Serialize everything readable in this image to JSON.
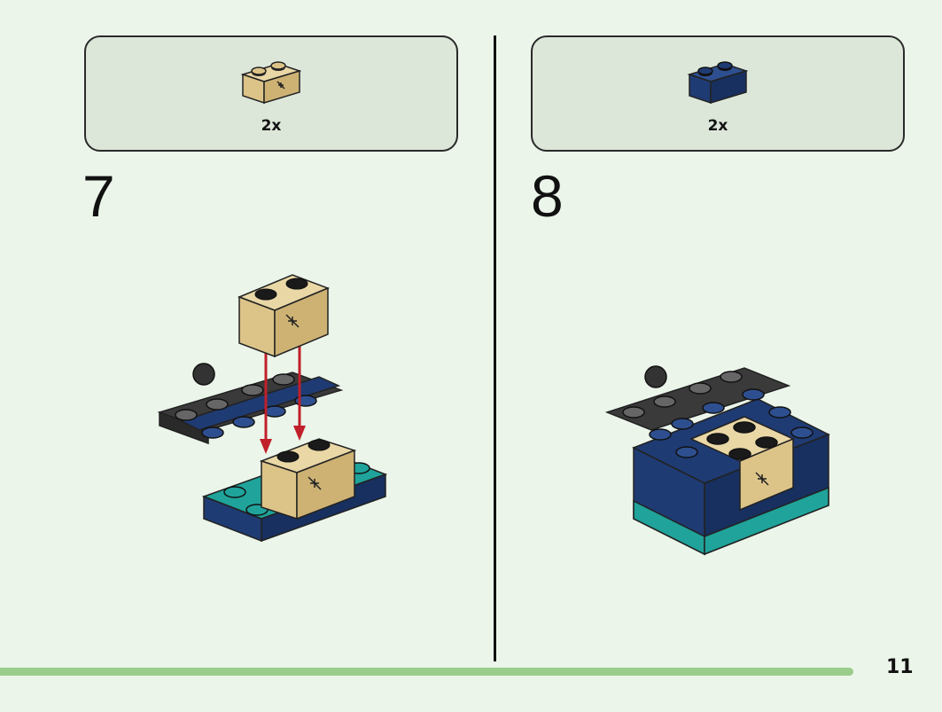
{
  "steps": [
    {
      "number": "7",
      "parts": [
        {
          "quantity": "2x",
          "color": "#dcc489",
          "icon": "tan-brick-1x2-axle-hole-icon"
        }
      ]
    },
    {
      "number": "8",
      "parts": [
        {
          "quantity": "2x",
          "color": "#1f3b73",
          "icon": "dark-blue-brick-1x2-icon"
        }
      ]
    }
  ],
  "colors": {
    "tan": "#dcc489",
    "dark_blue": "#1f3b73",
    "teal": "#1fa39a",
    "dark_gray": "#3a3a3a",
    "arrow_red": "#c0202a",
    "progress_bar": "#9bcd8a"
  },
  "page_number": "11"
}
